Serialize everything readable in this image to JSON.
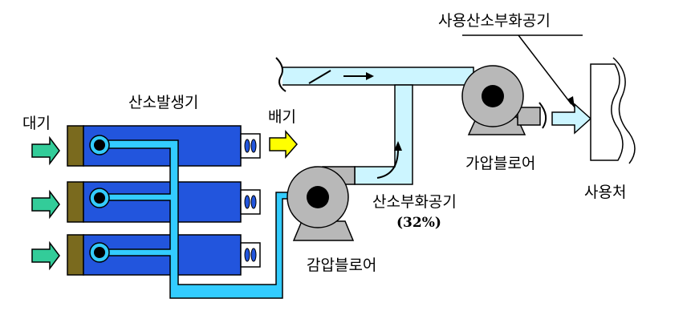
{
  "labels": {
    "air": "대기",
    "oxygen_generator": "산소발생기",
    "exhaust": "배기",
    "vacuum_blower": "감압블로어",
    "enriched_air": "산소부화공기",
    "enriched_percent": "(32%)",
    "pressure_blower": "가압블로어",
    "used_enriched_air": "사용산소부화공기",
    "point_of_use": "사용처"
  },
  "colors": {
    "generator_body": "#2255dd",
    "generator_cap": "#7a6a1e",
    "pipe": "#33ccff",
    "duct": "#ccf5ff",
    "blower": "#b8b8b8",
    "blower_hub": "#000000",
    "inlet_arrow": "#33cc99",
    "exhaust_arrow": "#ffff00"
  },
  "icons": {
    "inlet_arrows": "arrow-right-icon",
    "exhaust_arrow": "arrow-right-icon",
    "blowers": "blower-icon",
    "outlet_arrow": "arrow-right-icon"
  }
}
